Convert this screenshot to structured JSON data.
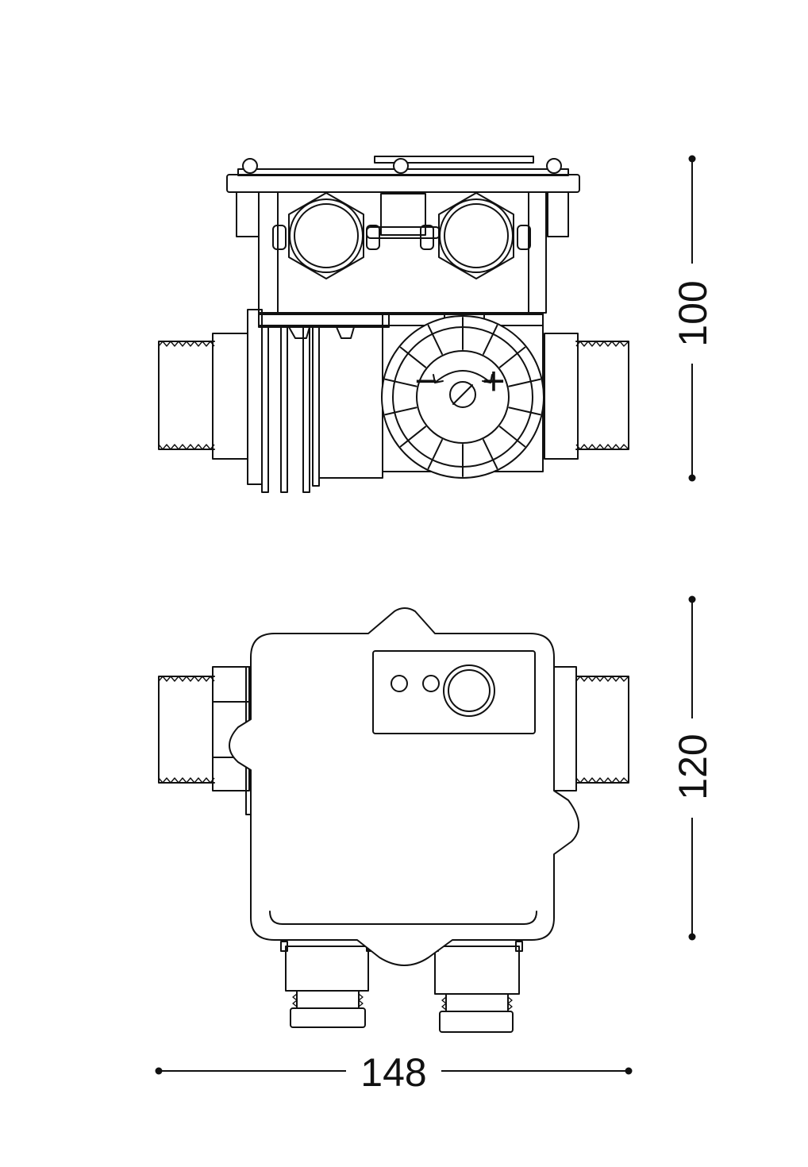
{
  "dimensions": {
    "front_height": "100",
    "top_height": "120",
    "overall_width": "148"
  },
  "colors": {
    "line": "#111111",
    "background": "#ffffff"
  },
  "adjust_knob": {
    "minus_symbol": "−",
    "plus_symbol": "+"
  }
}
